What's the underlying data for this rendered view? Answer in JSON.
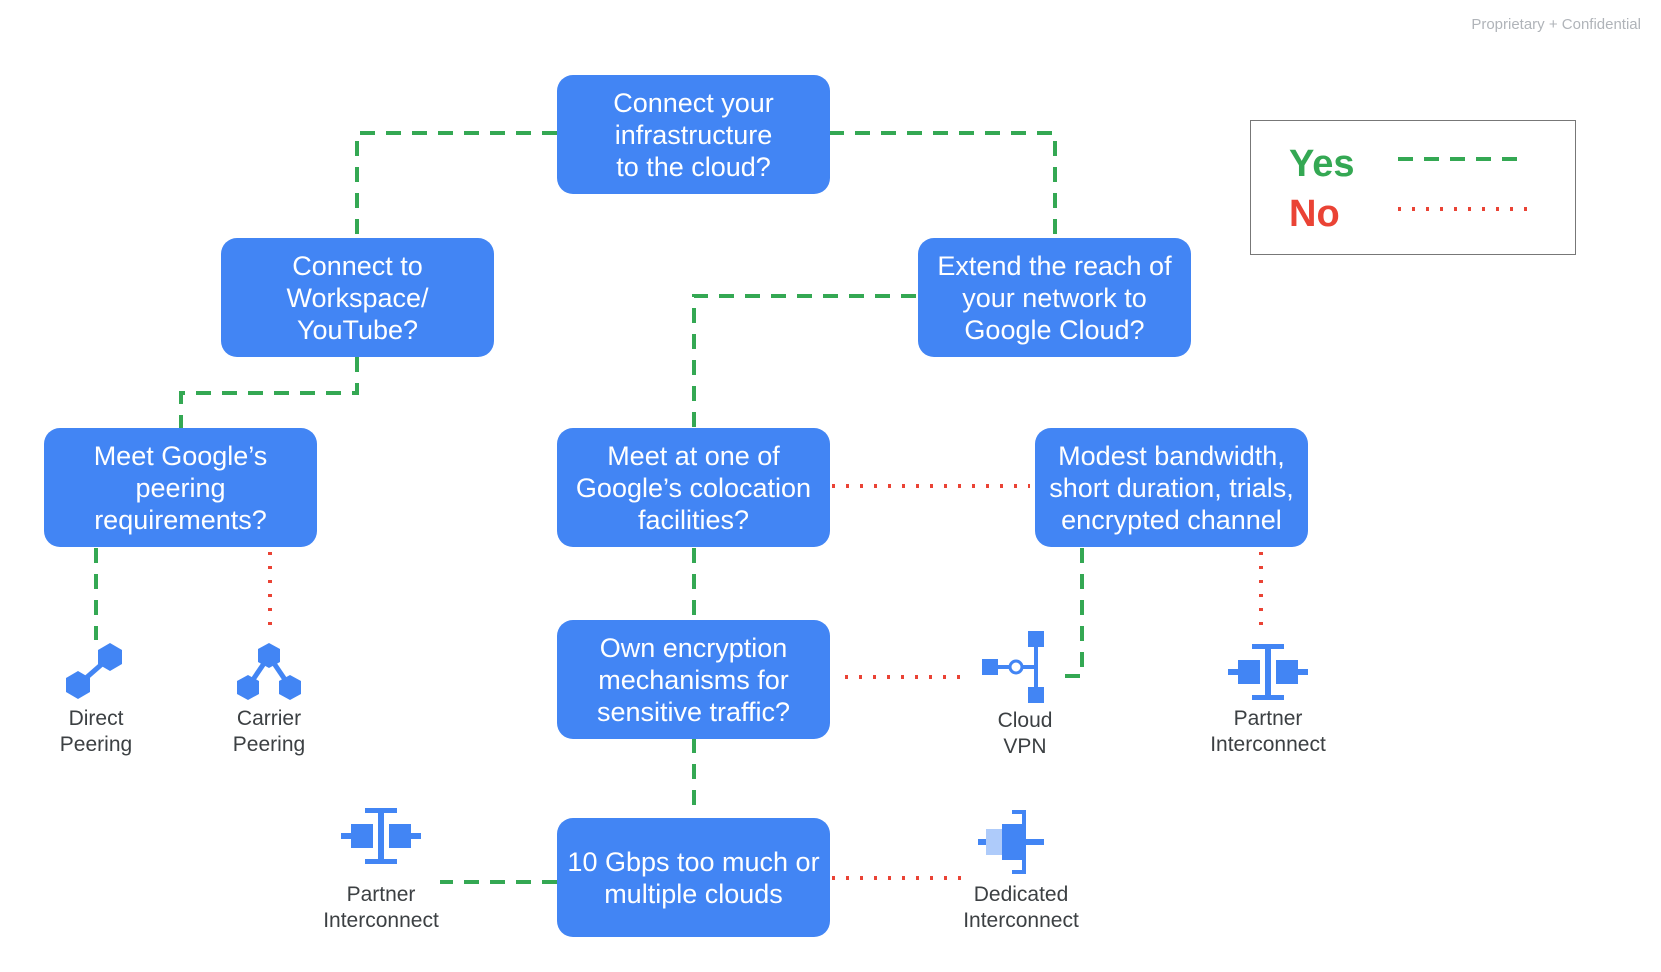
{
  "header": {
    "confidential": "Proprietary + Confidential"
  },
  "legend": {
    "yes": "Yes",
    "no": "No",
    "yes_color": "#34a853",
    "no_color": "#ea4335"
  },
  "nodes": {
    "connect_infra": "Connect your\ninfrastructure\nto the cloud?",
    "workspace": "Connect to\nWorkspace/\nYouTube?",
    "extend_reach": "Extend the reach of\nyour network to\nGoogle Cloud?",
    "peering_req": "Meet Google’s\npeering\nrequirements?",
    "colocation": "Meet at one of\nGoogle’s colocation\nfacilities?",
    "modest_bw": "Modest bandwidth,\nshort duration, trials,\nencrypted channel",
    "own_encryption": "Own encryption\nmechanisms for\nsensitive traffic?",
    "ten_gbps": "10 Gbps too much or\nmultiple clouds"
  },
  "products": {
    "direct_peering": "Direct\nPeering",
    "carrier_peering": "Carrier\nPeering",
    "cloud_vpn": "Cloud\nVPN",
    "partner_interconnect_right": "Partner\nInterconnect",
    "partner_interconnect_bottom": "Partner\nInterconnect",
    "dedicated_interconnect": "Dedicated\nInterconnect"
  },
  "icons": {
    "direct_peering": "direct-peering-icon",
    "carrier_peering": "carrier-peering-icon",
    "cloud_vpn": "cloud-vpn-icon",
    "partner_interconnect": "partner-interconnect-icon",
    "dedicated_interconnect": "dedicated-interconnect-icon"
  },
  "colors": {
    "box": "#4285f4",
    "yes_line": "#34a853",
    "no_line": "#ea4335"
  }
}
